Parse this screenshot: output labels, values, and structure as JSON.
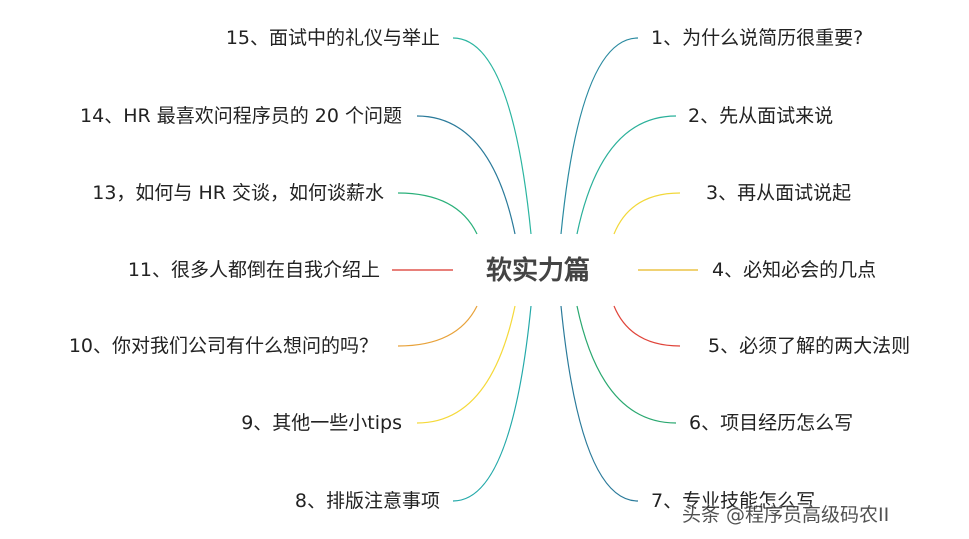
{
  "center": {
    "title": "软实力篇"
  },
  "right_items": [
    {
      "label": "1、为什么说简历很重要?",
      "color": "#2a8aa0"
    },
    {
      "label": "2、先从面试来说",
      "color": "#2ab09a"
    },
    {
      "label": "3、再从面试说起",
      "color": "#f2d83a"
    },
    {
      "label": "4、必知必会的几点",
      "color": "#e6b820"
    },
    {
      "label": "5、必须了解的两大法则",
      "color": "#e0443a"
    },
    {
      "label": "6、项目经历怎么写",
      "color": "#2aa870"
    },
    {
      "label": "7、专业技能怎么写",
      "color": "#2a7a9a"
    }
  ],
  "left_items": [
    {
      "label": "15、面试中的礼仪与举止",
      "color": "#2bb5a0"
    },
    {
      "label": "14、HR 最喜欢问程序员的 20 个问题",
      "color": "#2a7a9a"
    },
    {
      "label": "13，如何与 HR 交谈，如何谈薪水",
      "color": "#2ab07a"
    },
    {
      "label": "11、很多人都倒在自我介绍上",
      "color": "#d9342b"
    },
    {
      "label": "10、你对我们公司有什么想问的吗？",
      "color": "#e8a23a"
    },
    {
      "label": "9、其他一些小tips",
      "color": "#f5d93a"
    },
    {
      "label": "8、排版注意事项",
      "color": "#23a9a9"
    }
  ],
  "watermark": "头条 @程序员高级码农II"
}
